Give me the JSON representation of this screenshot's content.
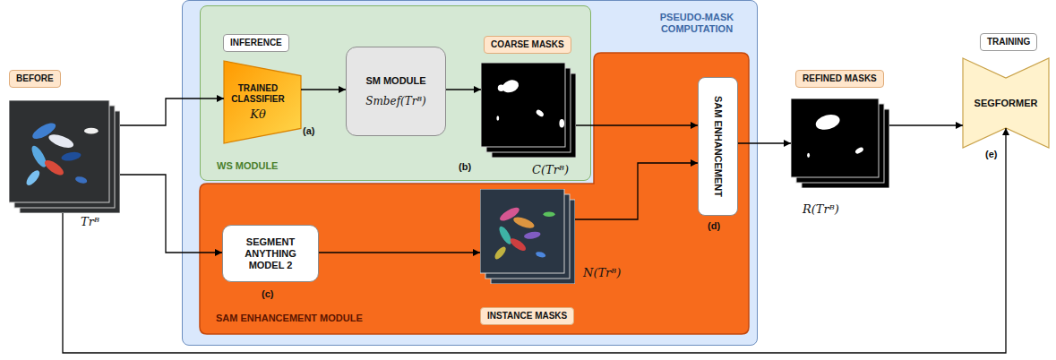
{
  "diagram": {
    "nodes": [
      {
        "text": [
          "BEFORE",
          "Trᴮ"
        ]
      },
      {
        "text": [
          "PSEUDO-MASK COMPUTATION"
        ]
      },
      {
        "text": [
          "WS MODULE"
        ],
        "in": 1
      },
      {
        "text": [
          "INFERENCE",
          "TRAINED CLASSIFIER",
          "Kθ"
        ],
        "in": 2
      },
      {
        "text": [
          "SM MODULE",
          "Smbef(Trᴮ)"
        ],
        "in": 2
      },
      {
        "text": [
          "COARSE MASKS",
          "C(Trᴮ)"
        ],
        "in": 2
      },
      {
        "text": [
          "SAM ENHANCEMENT MODULE"
        ],
        "in": 1
      },
      {
        "text": [
          "SEGMENT ANYTHING MODEL 2"
        ],
        "in": 6
      },
      {
        "text": [
          "INSTANCE MASKS",
          "N(Trᴮ)"
        ],
        "in": 6
      },
      {
        "text": [
          "SAM ENHANCEMENT"
        ],
        "in": 6
      },
      {
        "text": [
          "REFINED MASKS",
          "R(Trᴮ)"
        ]
      },
      {
        "text": [
          "TRAINING",
          "SEGFORMER"
        ]
      }
    ],
    "edges": [
      {
        "from": 0,
        "to": 3,
        "arrow": "to"
      },
      {
        "from": 0,
        "to": 7,
        "arrow": "to"
      },
      {
        "from": 3,
        "to": 4,
        "arrow": "to"
      },
      {
        "from": 4,
        "to": 5,
        "arrow": "to"
      },
      {
        "from": 5,
        "to": 9,
        "arrow": "to"
      },
      {
        "from": 7,
        "to": 8,
        "arrow": "to"
      },
      {
        "from": 8,
        "to": 9,
        "arrow": "to"
      },
      {
        "from": 9,
        "to": 10,
        "arrow": "to"
      },
      {
        "from": 10,
        "to": 11,
        "arrow": "to"
      },
      {
        "from": 0,
        "to": 11,
        "arrow": "to"
      }
    ],
    "labels": [
      "(a)",
      "(b)",
      "(c)",
      "(d)",
      "(e)"
    ]
  }
}
